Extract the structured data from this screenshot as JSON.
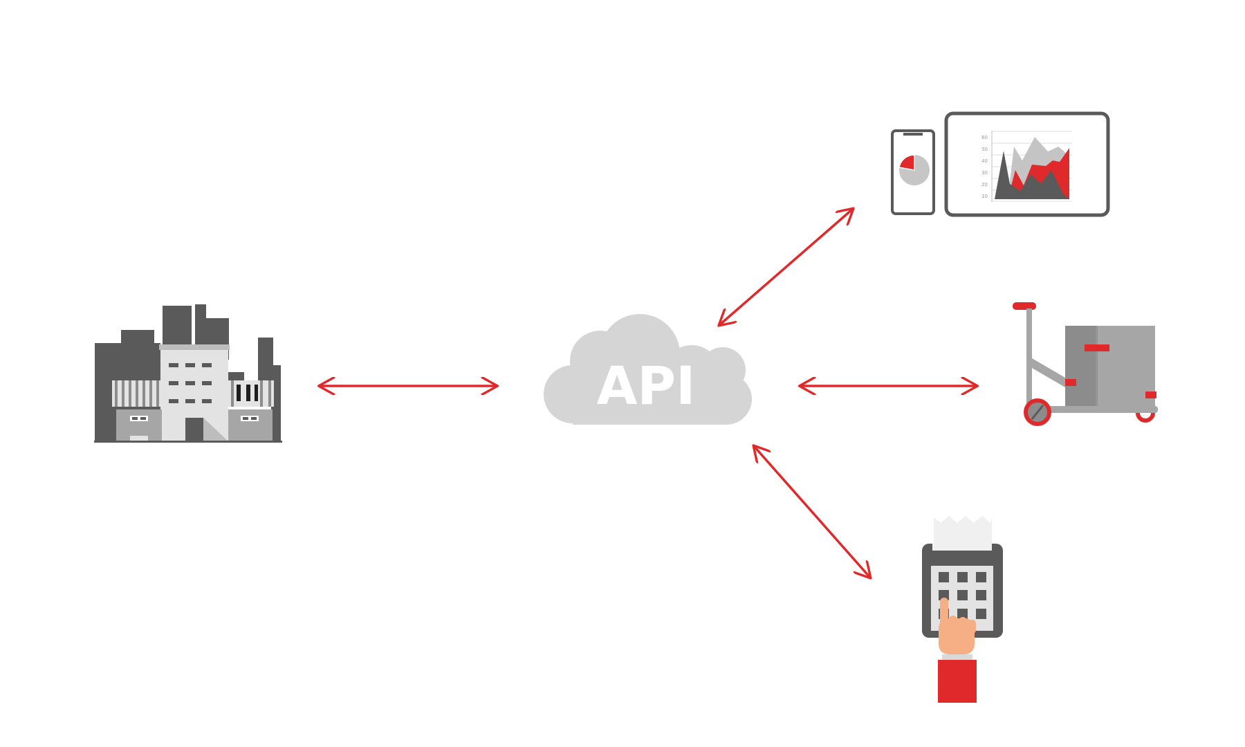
{
  "diagram": {
    "cloud_label": "API",
    "chart_ticks": [
      "60",
      "50",
      "40",
      "30",
      "20",
      "10"
    ]
  },
  "colors": {
    "accent": "#e0292b",
    "cloud": "#d5d5d5",
    "dark_gray": "#5a5a5a",
    "mid_gray": "#8c8c8c",
    "light_gray": "#bdbdbd",
    "pale_gray": "#e3e3e3"
  },
  "icons": {
    "left": "factory-icon",
    "center": "cloud-icon",
    "top_right": "devices-dashboard-icon",
    "middle_right": "hand-truck-box-icon",
    "bottom_right": "payment-terminal-icon"
  }
}
